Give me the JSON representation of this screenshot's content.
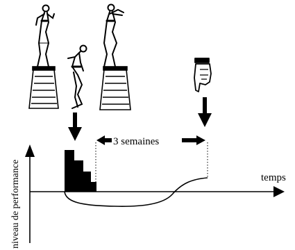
{
  "labels": {
    "interval": "3 semaines",
    "x_axis": "temps",
    "y_axis": "niveau de performance"
  },
  "figures": [
    "athlete-standing-on-box",
    "athlete-landing-after-jump",
    "athlete-standing-on-box"
  ],
  "icons": [
    "plinth-box",
    "down-arrow",
    "pointing-hand-icon",
    "double-arrow"
  ],
  "colors": {
    "ink": "#000000",
    "paper": "#ffffff"
  }
}
